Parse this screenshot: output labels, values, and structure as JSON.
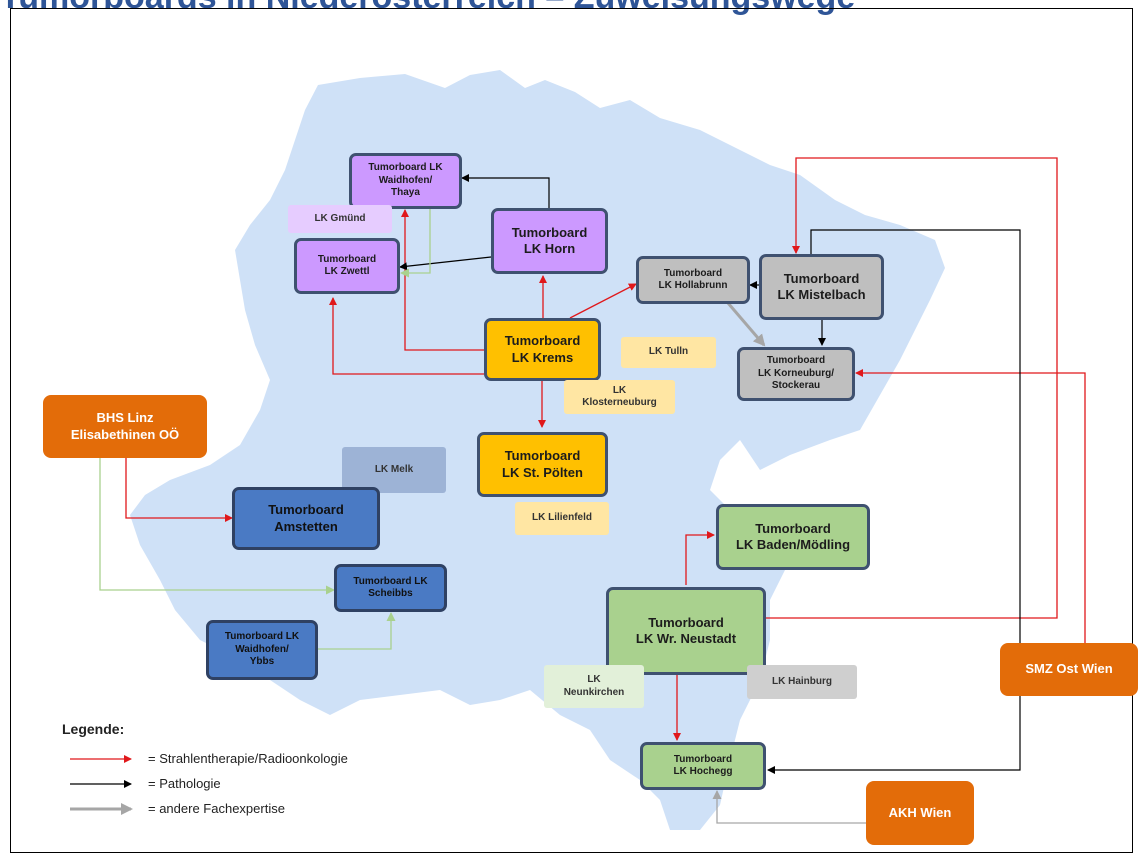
{
  "title": "Tumorboards in Niederösterreich – Zuweisungswege",
  "nodes": {
    "waidhofen_thaya": "Tumorboard LK\nWaidhofen/\nThaya",
    "gmuend": "LK Gmünd",
    "zwettl": "Tumorboard\nLK Zwettl",
    "horn": "Tumorboard\nLK Horn",
    "hollabrunn": "Tumorboard\nLK Hollabrunn",
    "mistelbach": "Tumorboard\nLK Mistelbach",
    "krems": "Tumorboard\nLK Krems",
    "tulln": "LK Tulln",
    "klosterneuburg": "LK\nKlosterneuburg",
    "korneuburg": "Tumorboard\nLK Korneuburg/\nStockerau",
    "bhs_linz": "BHS Linz\nElisabethinen OÖ",
    "melk": "LK Melk",
    "st_poelten": "Tumorboard\nLK St. Pölten",
    "amstetten": "Tumorboard\nAmstetten",
    "lilienfeld": "LK Lilienfeld",
    "baden": "Tumorboard\nLK Baden/Mödling",
    "scheibbs": "Tumorboard LK\nScheibbs",
    "waidhofen_ybbs": "Tumorboard LK\nWaidhofen/\nYbbs",
    "wr_neustadt": "Tumorboard\nLK Wr. Neustadt",
    "smz_ost": "SMZ Ost Wien",
    "neunkirchen": "LK\nNeunkirchen",
    "hainburg": "LK Hainburg",
    "hochegg": "Tumorboard\nLK Hochegg",
    "akh": "AKH  Wien"
  },
  "legend": {
    "title": "Legende:",
    "radio": "= Strahlentherapie/Radioonkologie",
    "patho": "= Pathologie",
    "other": "= andere Fachexpertise"
  },
  "colors": {
    "radiotherapy": "#e0181b",
    "pathology": "#000000",
    "other_expertise": "#a6a6a6",
    "linz_link": "#a9d18e",
    "map_fill": "#cfe1f7"
  }
}
